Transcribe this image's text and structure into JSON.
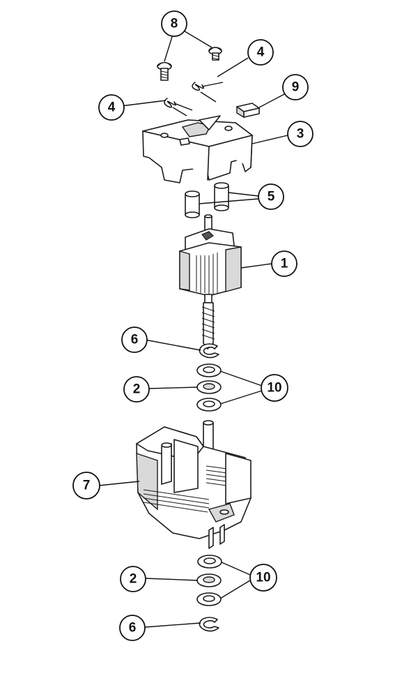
{
  "diagram": {
    "type": "exploded-assembly",
    "callouts": [
      {
        "label": "8"
      },
      {
        "label": "4"
      },
      {
        "label": "9"
      },
      {
        "label": "4"
      },
      {
        "label": "3"
      },
      {
        "label": "5"
      },
      {
        "label": "1"
      },
      {
        "label": "6"
      },
      {
        "label": "2"
      },
      {
        "label": "10"
      },
      {
        "label": "7"
      },
      {
        "label": "2"
      },
      {
        "label": "10"
      },
      {
        "label": "6"
      }
    ]
  }
}
